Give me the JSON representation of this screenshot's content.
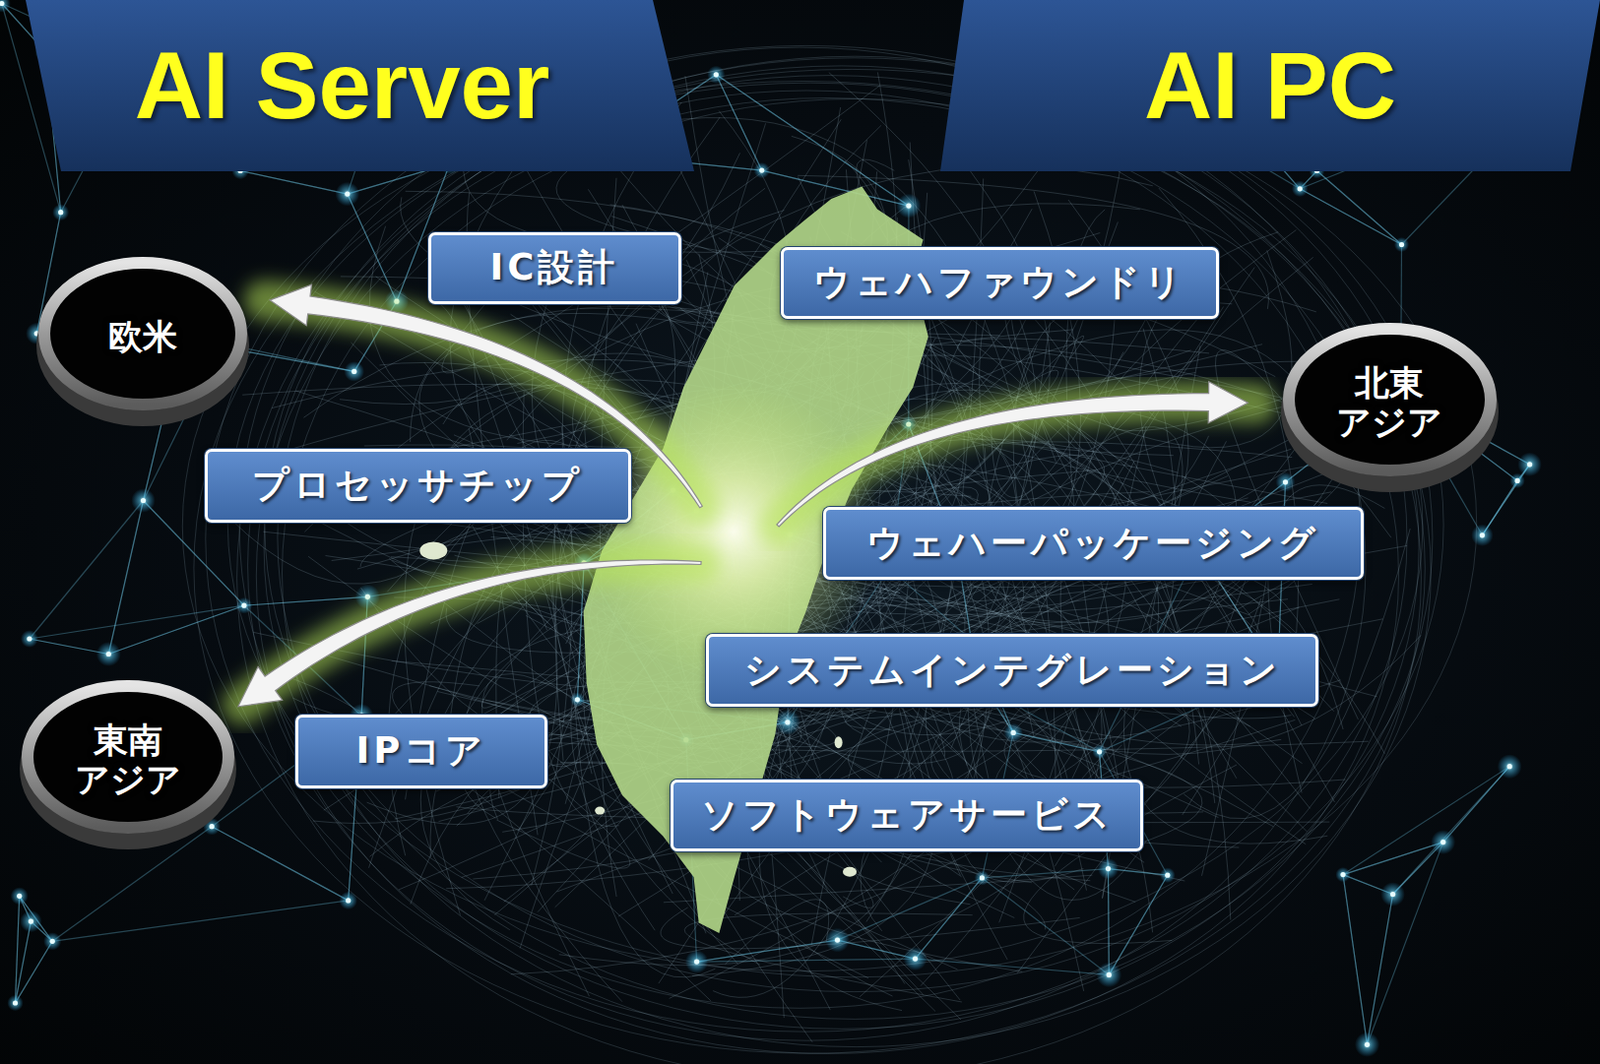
{
  "diagram": {
    "nodes": [
      {
        "text": [
          "AI Server"
        ]
      },
      {
        "text": [
          "AI PC"
        ]
      },
      {
        "text": [
          "IC設計"
        ]
      },
      {
        "text": [
          "ウェハファウンドリ"
        ]
      },
      {
        "text": [
          "欧米"
        ]
      },
      {
        "text": [
          "北東 アジア"
        ]
      },
      {
        "text": [
          "プロセッサチップ"
        ]
      },
      {
        "text": [
          "ウェハーパッケージング"
        ]
      },
      {
        "text": [
          "システムインテグレーション"
        ]
      },
      {
        "text": [
          "東南 アジア"
        ]
      },
      {
        "text": [
          "IPコア"
        ]
      },
      {
        "text": [
          "ソフトウェアサービス"
        ]
      }
    ]
  }
}
